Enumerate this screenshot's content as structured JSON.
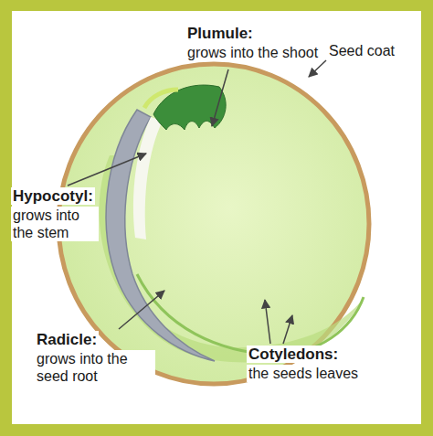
{
  "diagram": {
    "labels": [
      "Plumule:",
      "grows into the shoot",
      "Seed coat",
      "Hypocotyl:",
      "grows into the stem",
      "Radicle:",
      "grows into the seed root",
      "Cotyledons:",
      "the seeds leaves"
    ]
  }
}
